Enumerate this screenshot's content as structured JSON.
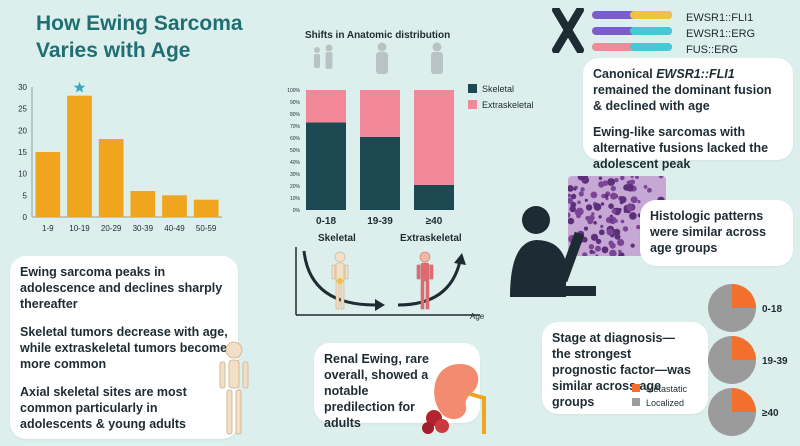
{
  "title": "How Ewing Sarcoma Varies with Age",
  "chart_data": [
    {
      "type": "bar",
      "title": "",
      "categories": [
        "1-9",
        "10-19",
        "20-29",
        "30-39",
        "40-49",
        "50-59"
      ],
      "values": [
        15,
        28,
        18,
        6,
        5,
        4
      ],
      "ylim": [
        0,
        30
      ],
      "yticks": [
        0,
        5,
        10,
        15,
        20,
        25,
        30
      ],
      "bar_color": "#f0a51e",
      "highlight": "10-19",
      "highlight_color": "#3aa7c4",
      "grid": false
    },
    {
      "type": "bar",
      "stacked": true,
      "title": "Shifts in Anatomic distribution",
      "categories": [
        "0-18",
        "19-39",
        "≥40"
      ],
      "yticks": [
        "0%",
        "10%",
        "20%",
        "30%",
        "40%",
        "50%",
        "60%",
        "70%",
        "80%",
        "90%",
        "100%"
      ],
      "series": [
        {
          "name": "Skeletal",
          "values": [
            73,
            61,
            21
          ],
          "color": "#1d4a52"
        },
        {
          "name": "Extraskeletal",
          "values": [
            27,
            39,
            79
          ],
          "color": "#f4889b"
        }
      ],
      "legend": "right"
    },
    {
      "type": "pie",
      "categories": [
        "0-18",
        "19-39",
        "≥40"
      ],
      "series": [
        {
          "name": "Metastatic",
          "values": [
            25,
            25,
            25
          ],
          "color": "#f36f2c"
        },
        {
          "name": "Localized",
          "values": [
            75,
            75,
            75
          ],
          "color": "#9b9b9b"
        }
      ],
      "legend": "bottom"
    }
  ],
  "trend": {
    "skeletal_label": "Skeletal",
    "extraskeletal_label": "Extraskeletal",
    "age_label": "Age"
  },
  "fusions": {
    "items": [
      "EWSR1::FLI1",
      "EWSR1::ERG",
      "FUS::ERG"
    ]
  },
  "fusion_card": {
    "line1_pre": "Canonical ",
    "line1_em": "EWSR1::FLI1",
    "line1_post": " remained the dominant fusion & declined with age",
    "line2": "Ewing-like sarcomas with alternative fusions lacked the adolescent peak"
  },
  "histology_card": {
    "text": "Histologic patterns were similar across age groups"
  },
  "left_card": {
    "p1": "Ewing sarcoma peaks in adolescence and declines sharply thereafter",
    "p2": "Skeletal tumors decrease with age, while extraskeletal tumors become more common",
    "p3": "Axial skeletal sites are most common particularly in adolescents & young adults"
  },
  "renal_card": {
    "text": "Renal Ewing, rare overall, showed a notable predilection for adults"
  },
  "stage_card": {
    "text": "Stage at diagnosis—the strongest prognostic factor—was similar across age groups"
  },
  "colors": {
    "background": "#dcefec",
    "title": "#1f6e72",
    "fli1_bar": "#f0c23e",
    "erg_bar": "#7a5bd1",
    "fus_bar": "#f4889b",
    "cyan": "#44c9d6"
  }
}
